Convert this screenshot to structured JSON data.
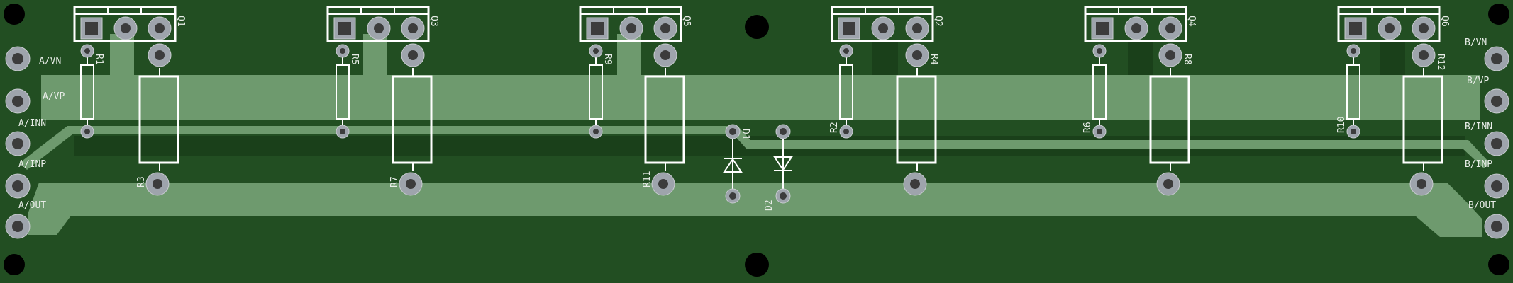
{
  "board": {
    "colors": {
      "substrate": "#224e22",
      "copper": "#6e9a6e",
      "dark_trace": "#1a401a",
      "silkscreen": "#ffffff",
      "pad": "#9ea4ac",
      "hole": "#000000"
    },
    "edge_labels_left": [
      "A/VN",
      "A/VP",
      "A/INN",
      "A/INP",
      "A/OUT"
    ],
    "edge_labels_right": [
      "B/VN",
      "B/VP",
      "B/INN",
      "B/INP",
      "B/OUT"
    ],
    "connectors": [
      "Q1",
      "Q3",
      "Q5",
      "Q2",
      "Q4",
      "Q6"
    ],
    "small_resistors": [
      "R1",
      "R5",
      "R9",
      "R2",
      "R6",
      "R10"
    ],
    "power_resistors": [
      "R3",
      "R7",
      "R11",
      "R4",
      "R8",
      "R12"
    ],
    "diodes": [
      "D1",
      "D2"
    ]
  }
}
